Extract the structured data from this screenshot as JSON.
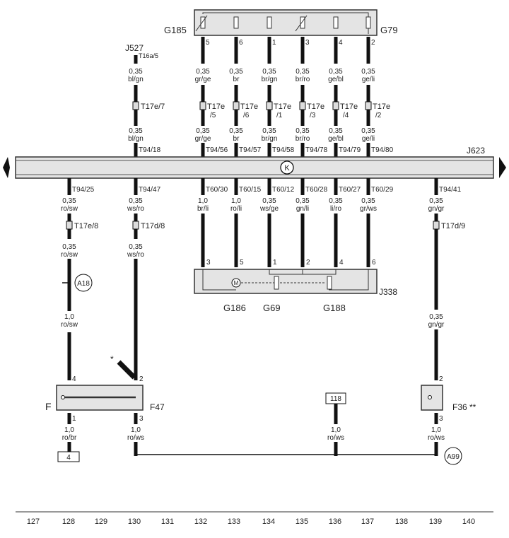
{
  "top_unit": {
    "left_label": "G185",
    "right_label": "G79"
  },
  "j527": {
    "label": "J527",
    "term_top": "T16a/5",
    "gauge1": "0,35",
    "color1": "bl/gn",
    "connector": "T17e/7",
    "gauge2": "0,35",
    "color2": "bl/gn",
    "term_bottom": "T94/18"
  },
  "top_wires": [
    {
      "pin": "5",
      "gauge1": "0,35",
      "color1": "gr/ge",
      "connector": "T17e",
      "conn_pin": "/5",
      "gauge2": "0,35",
      "color2": "gr/ge",
      "term": "T94/56"
    },
    {
      "pin": "6",
      "gauge1": "0,35",
      "color1": "br",
      "connector": "T17e",
      "conn_pin": "/6",
      "gauge2": "0,35",
      "color2": "br",
      "term": "T94/57"
    },
    {
      "pin": "1",
      "gauge1": "0,35",
      "color1": "br/gn",
      "connector": "T17e",
      "conn_pin": "/1",
      "gauge2": "0,35",
      "color2": "br/gn",
      "term": "T94/58"
    },
    {
      "pin": "3",
      "gauge1": "0,35",
      "color1": "br/ro",
      "connector": "T17e",
      "conn_pin": "/3",
      "gauge2": "0,35",
      "color2": "br/ro",
      "term": "T94/78"
    },
    {
      "pin": "4",
      "gauge1": "0,35",
      "color1": "ge/bl",
      "connector": "T17e",
      "conn_pin": "/4",
      "gauge2": "0,35",
      "color2": "ge/bl",
      "term": "T94/79"
    },
    {
      "pin": "2",
      "gauge1": "0,35",
      "color1": "ge/li",
      "connector": "T17e",
      "conn_pin": "/2",
      "gauge2": "0,35",
      "color2": "ge/li",
      "term": "T94/80"
    }
  ],
  "bus": {
    "label": "J623",
    "symbol": "K"
  },
  "left_wires": [
    {
      "term": "T94/25",
      "gauge1": "0,35",
      "color1": "ro/sw",
      "connector": "T17e/8",
      "gauge2": "0,35",
      "color2": "ro/sw",
      "gauge3": "1,0",
      "color3": "ro/sw",
      "ground": "A18",
      "pin": "4"
    },
    {
      "term": "T94/47",
      "gauge1": "0,35",
      "color1": "ws/ro",
      "connector": "T17d/8",
      "gauge2": "0,35",
      "color2": "ws/ro",
      "pin": "2",
      "note": "*"
    }
  ],
  "j338_wires": [
    {
      "term": "T60/30",
      "gauge": "1,0",
      "color": "br/li",
      "pin": "3"
    },
    {
      "term": "T60/15",
      "gauge": "1,0",
      "color": "ro/li",
      "pin": "5"
    },
    {
      "term": "T60/12",
      "gauge": "0,35",
      "color": "ws/ge",
      "pin": "1"
    },
    {
      "term": "T60/28",
      "gauge": "0,35",
      "color": "gn/li",
      "pin": "2"
    },
    {
      "term": "T60/27",
      "gauge": "0,35",
      "color": "li/ro",
      "pin": "4"
    },
    {
      "term": "T60/29",
      "gauge": "0,35",
      "color": "gr/ws",
      "pin": "6"
    }
  ],
  "j338": {
    "label": "J338",
    "motor_symbol": "M",
    "g186": "G186",
    "g69": "G69",
    "g188": "G188"
  },
  "right_wire": {
    "term": "T94/41",
    "gauge1": "0,35",
    "color1": "gn/gr",
    "connector": "T17d/9",
    "gauge2": "0,35",
    "color2": "gn/gr",
    "pin": "2"
  },
  "switches": {
    "f_label": "F",
    "f47_label": "F47",
    "f36_label": "F36 **",
    "f_out_pin": "1",
    "f47_out_pin": "3",
    "f36_out_pin": "3"
  },
  "bottom": {
    "f_out": {
      "gauge": "1,0",
      "color": "ro/br",
      "ref": "4"
    },
    "f47_out": {
      "gauge": "1,0",
      "color": "ro/ws"
    },
    "mid": {
      "gauge": "1,0",
      "color": "ro/ws",
      "ref": "118"
    },
    "f36_out": {
      "gauge": "1,0",
      "color": "ro/ws",
      "ground": "A99"
    }
  },
  "grid_numbers": [
    "127",
    "128",
    "129",
    "130",
    "131",
    "132",
    "133",
    "134",
    "135",
    "136",
    "137",
    "138",
    "139",
    "140"
  ]
}
